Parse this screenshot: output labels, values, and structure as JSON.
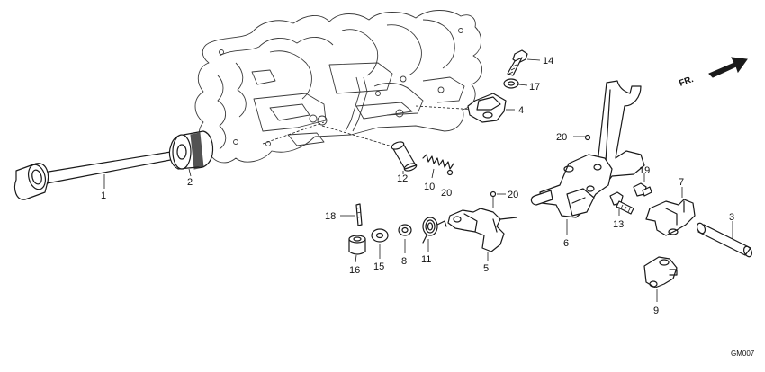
{
  "labels": {
    "p1": "1",
    "p2": "2",
    "p3": "3",
    "p4": "4",
    "p5": "5",
    "p6": "6",
    "p7": "7",
    "p8": "8",
    "p9": "9",
    "p10": "10",
    "p11": "11",
    "p12": "12",
    "p13": "13",
    "p14": "14",
    "p15": "15",
    "p16": "16",
    "p17": "17",
    "p18": "18",
    "p19": "19",
    "p20a": "20",
    "p20b": "20",
    "p20c": "20"
  },
  "direction_label": "FR.",
  "diagram_code": "GM007"
}
